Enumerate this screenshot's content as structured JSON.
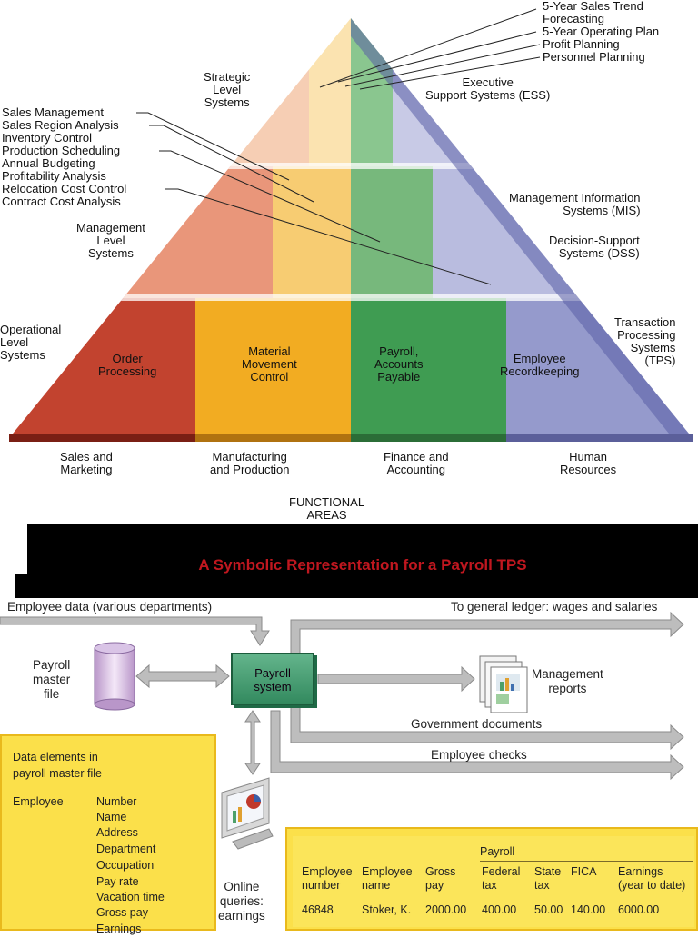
{
  "pyramid": {
    "functional_areas": [
      "Sales and\nMarketing",
      "Manufacturing\nand Production",
      "Finance and\nAccounting",
      "Human\nResources"
    ],
    "functional_title": "FUNCTIONAL\nAREAS",
    "level_labels": {
      "strategic": "Strategic\nLevel\nSystems",
      "management": "Management\nLevel\nSystems",
      "operational": "Operational\nLevel\nSystems"
    },
    "system_labels": {
      "ess": "Executive\nSupport Systems (ESS)",
      "mis": "Management Information\nSystems (MIS)",
      "dss": "Decision-Support\nSystems (DSS)",
      "tps": "Transaction\nProcessing\nSystems\n(TPS)"
    },
    "strategic_apps": [
      "5-Year Sales Trend\nForecasting",
      "5-Year Operating Plan",
      "Profit Planning",
      "Personnel Planning"
    ],
    "management_apps": [
      "Sales Management",
      "Sales Region Analysis",
      "Inventory Control",
      "Production Scheduling",
      "Annual Budgeting",
      "Profitability Analysis",
      "Relocation Cost Control",
      "Contract Cost Analysis"
    ],
    "operational_apps": [
      "Order\nProcessing",
      "Material\nMovement\nControl",
      "Payroll,\nAccounts\nPayable",
      "Employee\nRecordkeeping"
    ],
    "colors": {
      "sales": "#c0392b",
      "manufacturing": "#f0a020",
      "finance": "#3b9a4a",
      "hr": "#8e92c8"
    }
  },
  "payroll": {
    "title": "A Symbolic Representation for a Payroll TPS",
    "employee_data": "Employee data (various departments)",
    "general_ledger": "To general ledger: wages and salaries",
    "master_file": "Payroll\nmaster\nfile",
    "system": "Payroll\nsystem",
    "management_reports": "Management\nreports",
    "government_documents": "Government documents",
    "employee_checks": "Employee checks",
    "online_queries": "Online\nqueries:\nearnings",
    "data_elements_title": "Data elements in\npayroll master file",
    "employee_label": "Employee",
    "fields": [
      "Number",
      "Name",
      "Address",
      "Department",
      "Occupation",
      "Pay rate",
      "Vacation time",
      "Gross pay",
      "Earnings"
    ],
    "query_table": {
      "group_header": "Payroll",
      "headers": [
        "Employee\nnumber",
        "Employee\nname",
        "Gross\npay",
        "Federal\ntax",
        "State\ntax",
        "FICA",
        "Earnings\n(year to date)"
      ],
      "row": [
        "46848",
        "Stoker, K.",
        "2000.00",
        "400.00",
        "50.00",
        "140.00",
        "6000.00"
      ]
    }
  }
}
